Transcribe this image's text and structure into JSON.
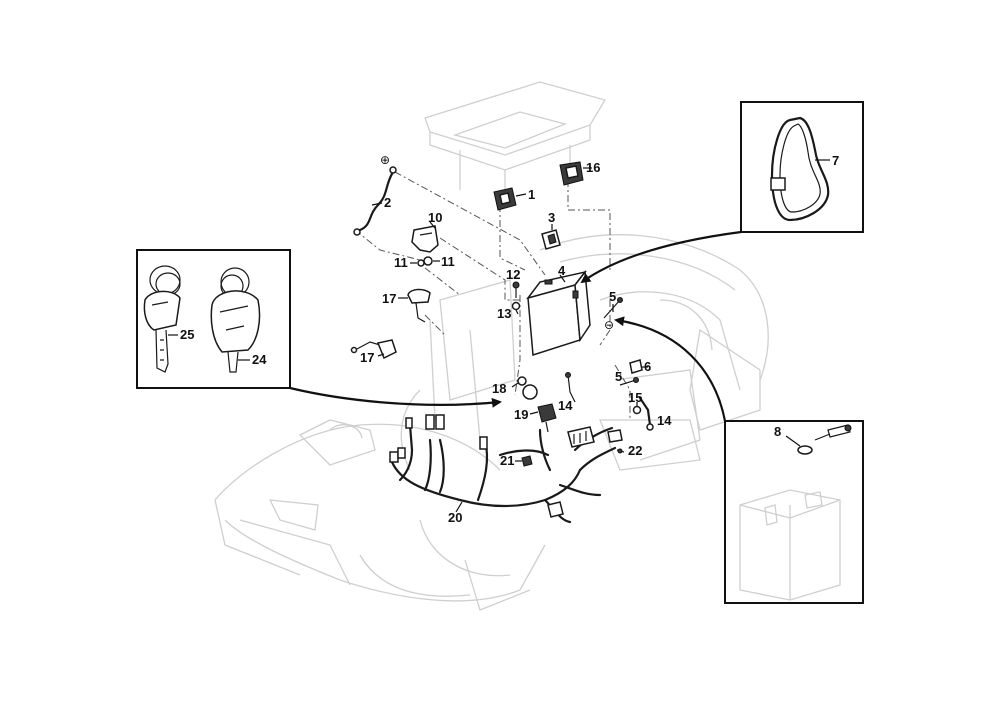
{
  "labels": {
    "p1": "1",
    "p2": "2",
    "p3": "3",
    "p4": "4",
    "p5a": "5",
    "p5b": "5",
    "p6": "6",
    "p7": "7",
    "p8": "8",
    "p10": "10",
    "p11a": "11",
    "p11b": "11",
    "p12": "12",
    "p13": "13",
    "p14a": "14",
    "p14b": "14",
    "p15": "15",
    "p16": "16",
    "p17a": "17",
    "p17b": "17",
    "p18": "18",
    "p19": "19",
    "p20": "20",
    "p21": "21",
    "p22": "22",
    "p24": "24",
    "p25": "25"
  },
  "symbols": {
    "plus": "⊕",
    "minus": "⊖"
  },
  "colors": {
    "line": "#1a1a1a",
    "ghost": "#cfcfcf",
    "background": "#ffffff"
  }
}
